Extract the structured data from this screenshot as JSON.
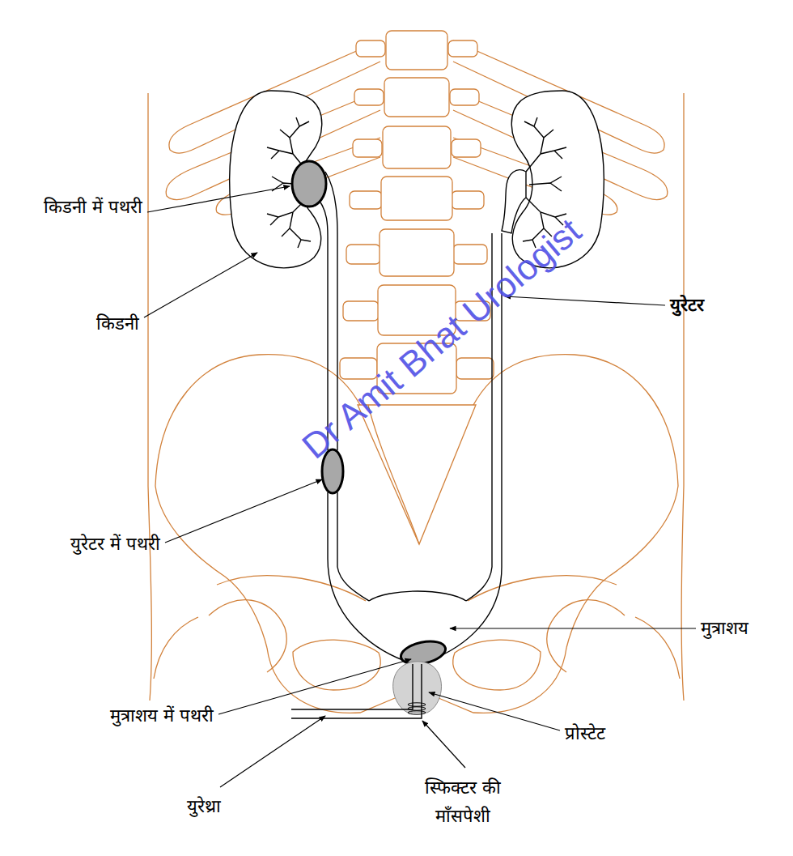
{
  "diagram": {
    "labels": [
      "किडनी में पथरी",
      "किडनी",
      "युरेटर",
      "युरेटर में पथरी",
      "मुत्राशय",
      "मुत्राशय में पथरी",
      "प्रोस्टेट",
      "युरेथ्रा",
      "स्फिक्टर की माँसपेशी",
      "Dr Amit Bhat Urologist"
    ]
  }
}
